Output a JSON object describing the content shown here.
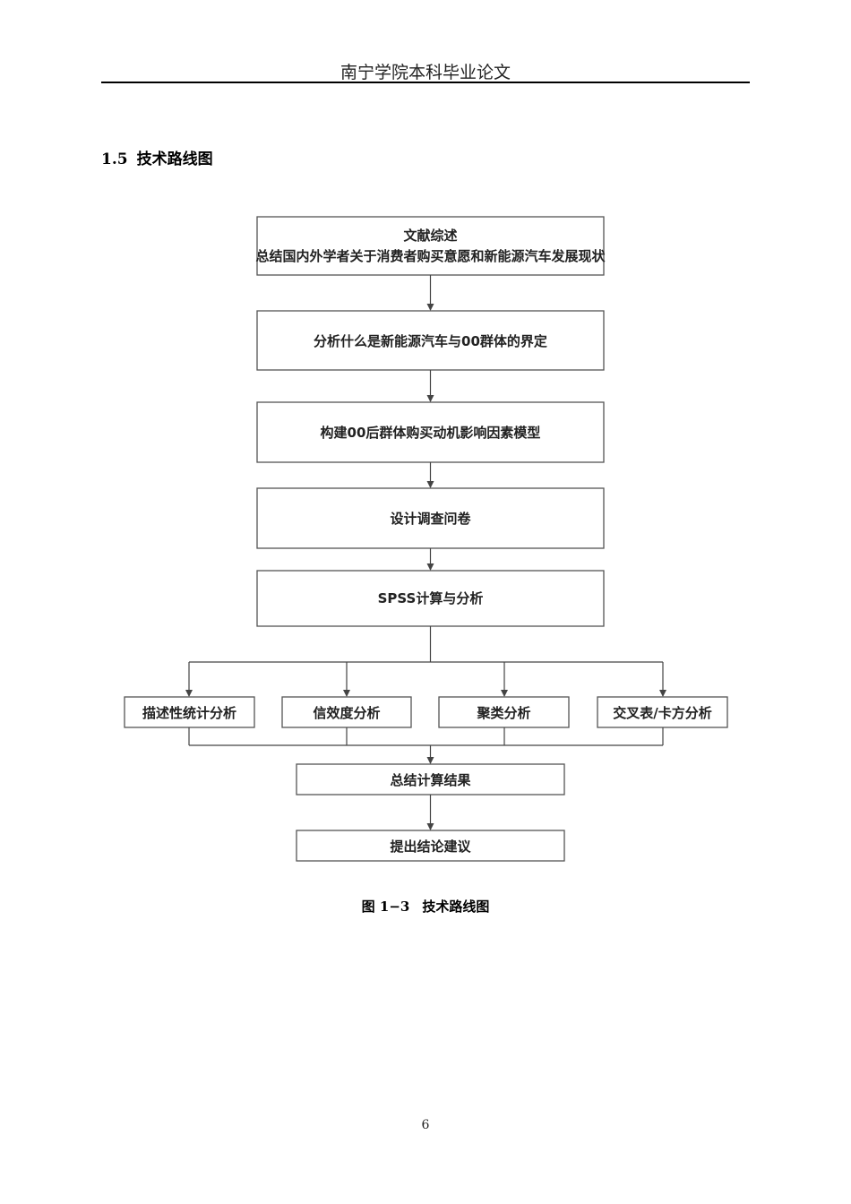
{
  "header": {
    "title": "南宁学院本科毕业论文"
  },
  "section": {
    "number": "1.5",
    "title": "技术路线图"
  },
  "flowchart": {
    "box1_line1": "文献综述",
    "box1_line2": "总结国内外学者关于消费者购买意愿和新能源汽车发展现状",
    "box2": "分析什么是新能源汽车与00群体的界定",
    "box3": "构建00后群体购买动机影响因素模型",
    "box4": "设计调查问卷",
    "box5": "SPSS计算与分析",
    "branch1": "描述性统计分析",
    "branch2": "信效度分析",
    "branch3": "聚类分析",
    "branch4": "交叉表/卡方分析",
    "box6": "总结计算结果",
    "box7": "提出结论建议"
  },
  "caption": {
    "label": "图 1−3",
    "title": "技术路线图"
  },
  "footer": {
    "page_number": "6"
  }
}
